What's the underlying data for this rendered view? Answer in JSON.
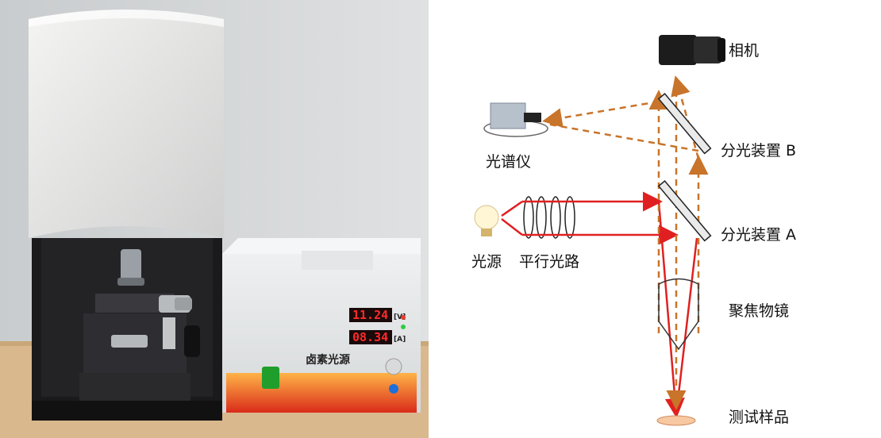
{
  "photo": {
    "panel_label": "卤素光源",
    "voltage_display": "11.24",
    "current_display": "08.34",
    "voltage_unit": "[V]",
    "current_unit": "[A]"
  },
  "diagram": {
    "labels": {
      "camera": "相机",
      "spectrometer": "光谱仪",
      "beam_splitter_b": "分光装置 B",
      "beam_splitter_a": "分光装置 A",
      "light_source": "光源",
      "parallel_path": "平行光路",
      "objective": "聚焦物镜",
      "sample": "测试样品"
    },
    "colors": {
      "illumination": "#e02020",
      "signal": "#c8742a"
    }
  }
}
